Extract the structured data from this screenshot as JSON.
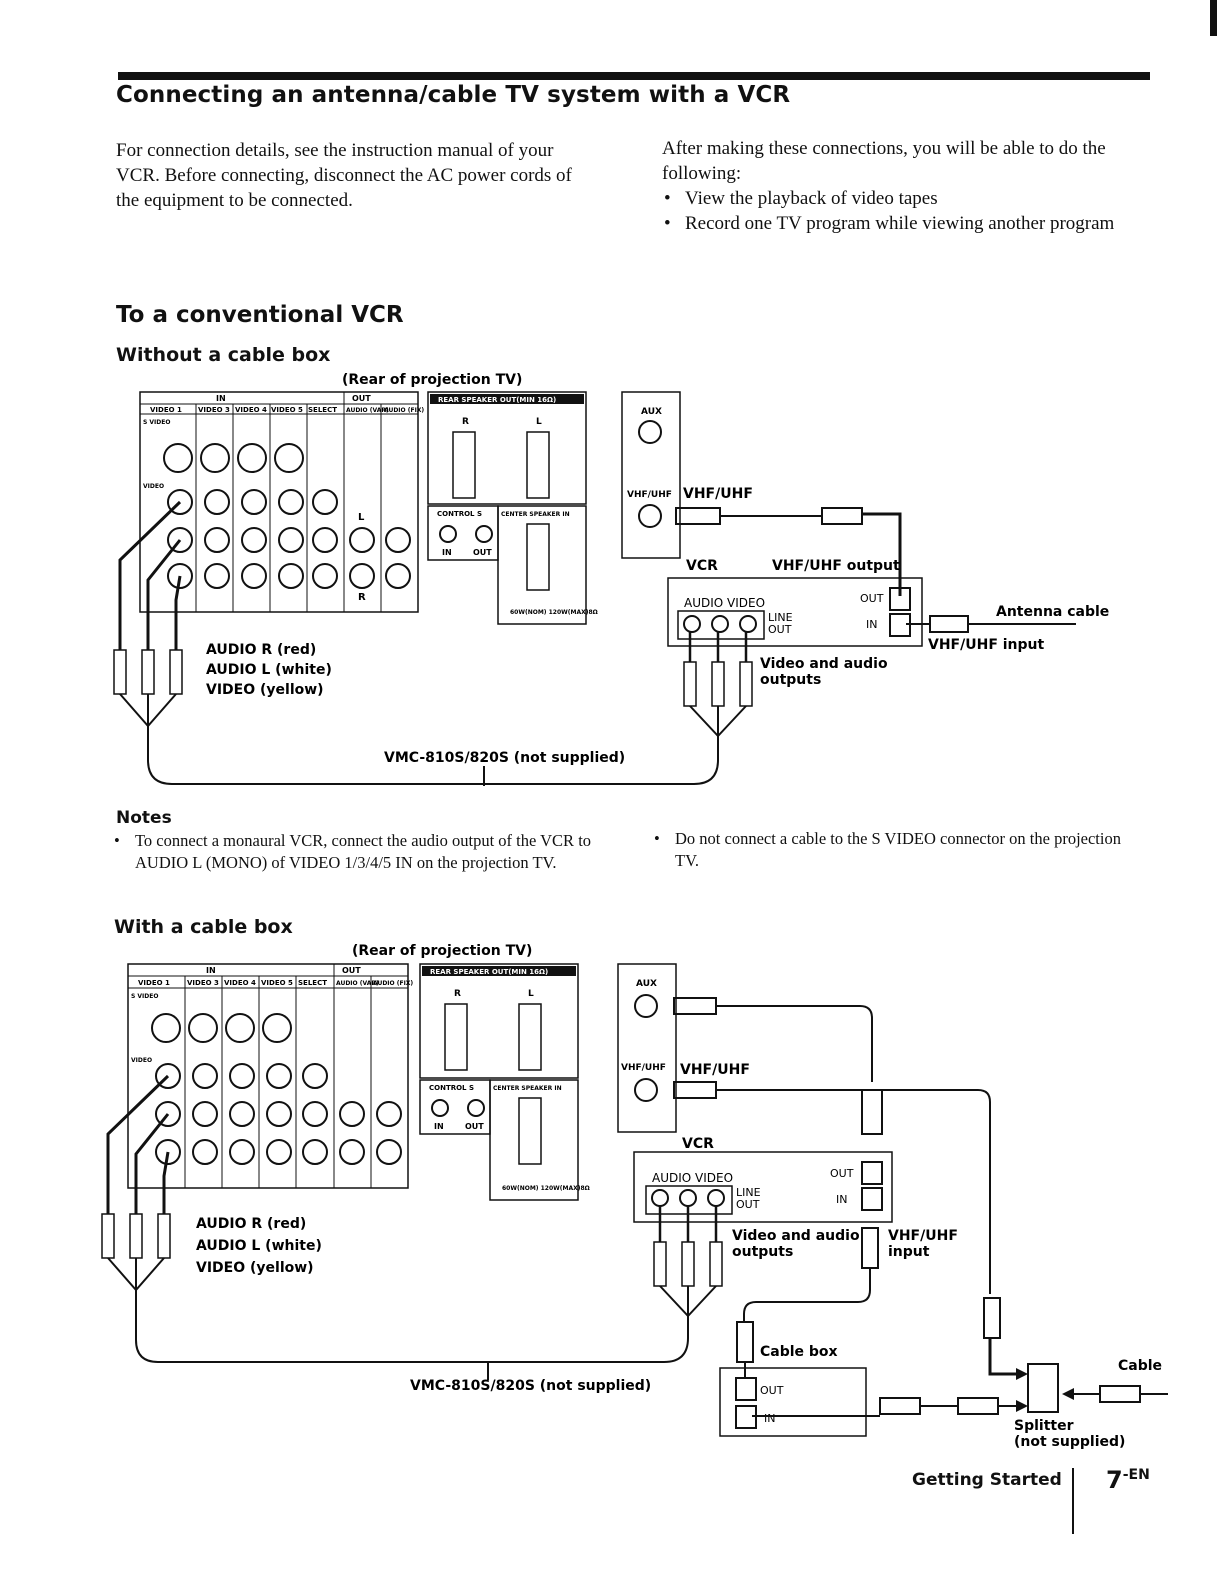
{
  "title": "Connecting an antenna/cable TV system with a VCR",
  "intro_left": "For connection details, see the instruction manual of your VCR. Before connecting, disconnect the AC power cords of the equipment to be connected.",
  "intro_right_lead": "After making these connections, you will be able to do the following:",
  "intro_right_bullets": [
    "View the playback of video tapes",
    "Record one TV program while viewing another program"
  ],
  "section_title": "To a conventional VCR",
  "subsection_without": "Without a cable box",
  "subsection_with": "With a cable box",
  "notes_title": "Notes",
  "notes": [
    "To connect a monaural VCR, connect the audio output of the VCR to AUDIO L (MONO) of VIDEO 1/3/4/5 IN on the projection TV.",
    "Do not connect a cable to the S VIDEO connector on the projection TV."
  ],
  "diagram_labels": {
    "rear": "(Rear of projection TV)",
    "in": "IN",
    "out": "OUT",
    "video1": "VIDEO 1",
    "video3": "VIDEO 3",
    "video4": "VIDEO 4",
    "video5": "VIDEO 5",
    "select": "SELECT",
    "audio_var": "AUDIO (VAR)",
    "audio_fix": "AUDIO (FIX)",
    "svideo": "S VIDEO",
    "video": "VIDEO",
    "l": "L",
    "r": "R",
    "rear_speaker": "REAR SPEAKER OUT(MIN 16Ω)",
    "control_s": "CONTROL S",
    "center_speaker": "CENTER SPEAKER IN",
    "in_small": "IN",
    "out_small": "OUT",
    "power": "60W(NOM) 120W(MAX)8Ω",
    "aux": "AUX",
    "vhfuhf_small": "VHF/UHF",
    "vhfuhf": "VHF/UHF",
    "vcr": "VCR",
    "vhfuhf_output": "VHF/UHF output",
    "audio_video": "AUDIO  VIDEO",
    "line": "LINE",
    "line_out": "OUT",
    "vcr_out": "OUT",
    "vcr_in": "IN",
    "antenna_cable": "Antenna cable",
    "vhfuhf_input": "VHF/UHF input",
    "vhfuhf_input_line1": "VHF/UHF",
    "vhfuhf_input_line2": "input",
    "audio_r": "AUDIO R (red)",
    "audio_l": "AUDIO L (white)",
    "video_yellow": "VIDEO (yellow)",
    "va_outputs_line1": "Video and audio",
    "va_outputs_line2": "outputs",
    "vmc": "VMC-810S/820S (not supplied)",
    "cable_box": "Cable box",
    "cable": "Cable",
    "splitter_line1": "Splitter",
    "splitter_line2": "(not supplied)"
  },
  "footer": {
    "section": "Getting Started",
    "page": "7",
    "suffix": "-EN"
  }
}
